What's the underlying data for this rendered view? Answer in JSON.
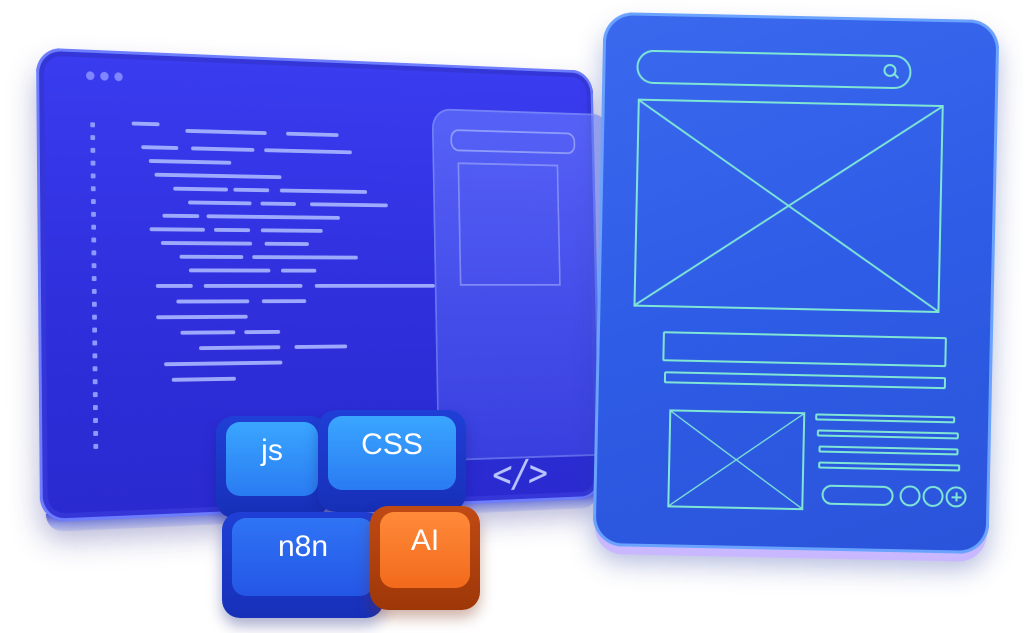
{
  "editor": {
    "window_controls": [
      "close",
      "minimize",
      "maximize"
    ],
    "code_symbol": "</>"
  },
  "keycaps": [
    {
      "label": "js",
      "color": "#2a7bf2"
    },
    {
      "label": "CSS",
      "color": "#2a7bf2"
    },
    {
      "label": "n8n",
      "color": "#2456e6"
    },
    {
      "label": "AI",
      "color": "#f26a1c"
    }
  ],
  "wireframe": {
    "accent_color": "#7fe6d6",
    "icons": [
      "search-icon",
      "image-placeholder-icon",
      "plus-icon"
    ]
  },
  "colors": {
    "monitor": "#2f2fdc",
    "tablet": "#2f5ce6",
    "code_lines": "#a9b7ff"
  }
}
